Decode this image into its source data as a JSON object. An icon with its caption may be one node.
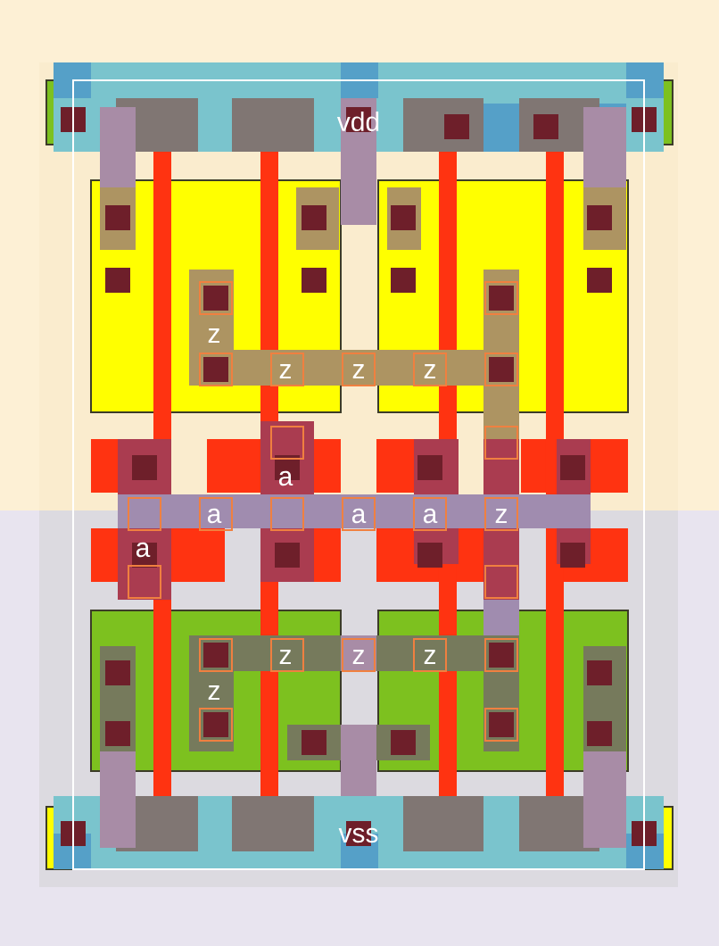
{
  "diagram": {
    "labels": [
      "vdd",
      "z",
      "z",
      "z",
      "z",
      "a",
      "a",
      "a",
      "a",
      "z",
      "a",
      "z",
      "z",
      "z",
      "z",
      "vss"
    ]
  }
}
